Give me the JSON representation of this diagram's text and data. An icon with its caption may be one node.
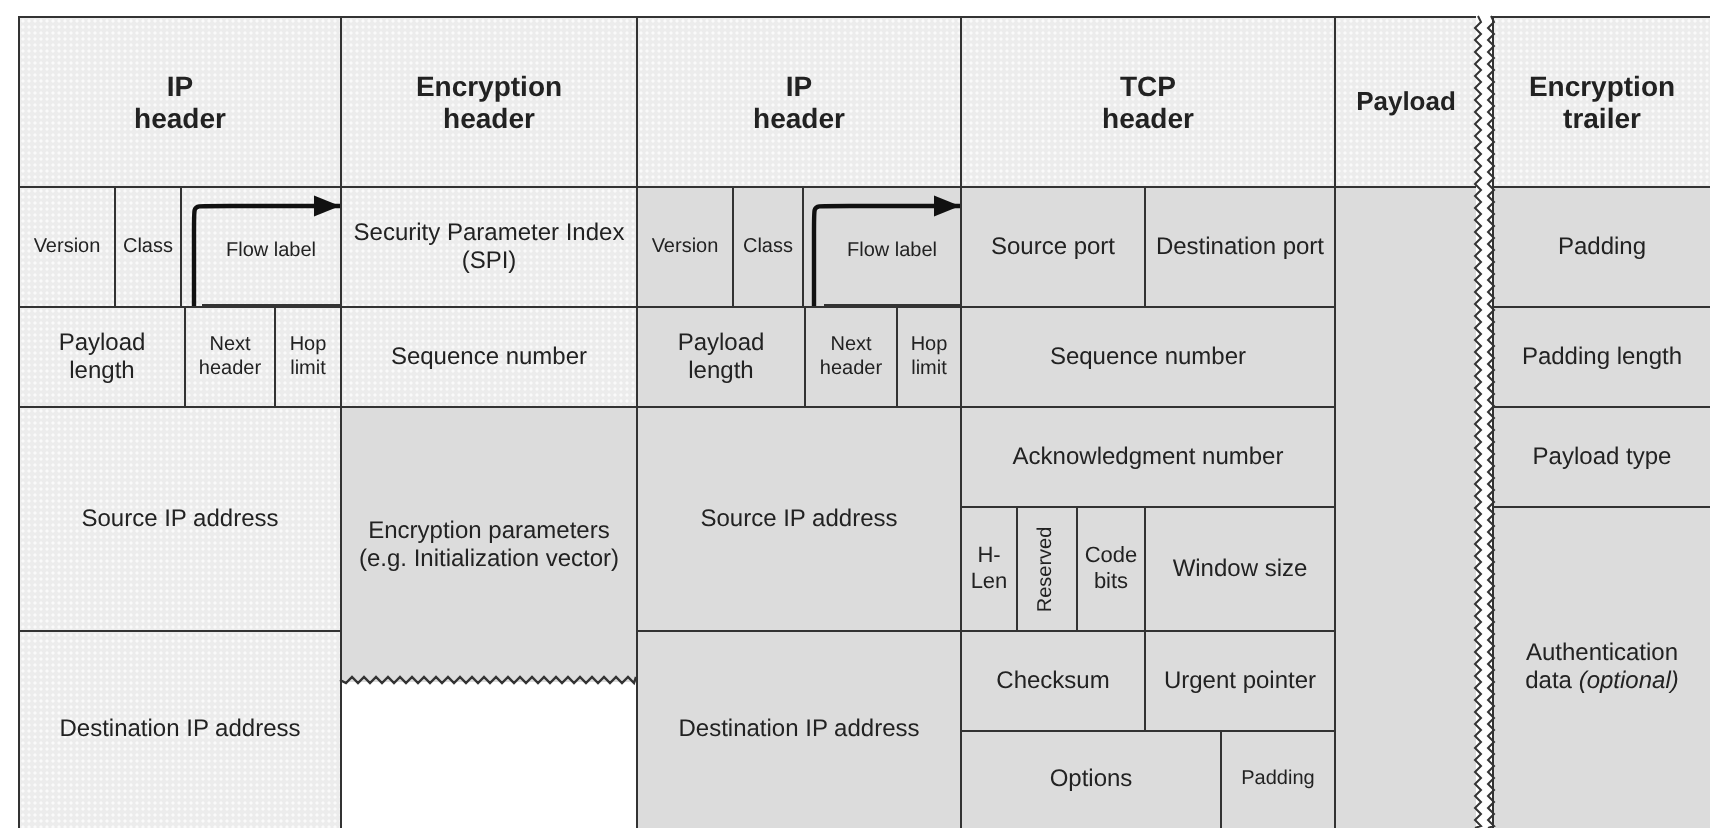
{
  "diagram": {
    "nodes": [
      {
        "text": [
          "IP header"
        ]
      },
      {
        "text": [
          "Encryption header"
        ]
      },
      {
        "text": [
          "IP header"
        ]
      },
      {
        "text": [
          "TCP header"
        ]
      },
      {
        "text": [
          "Payload"
        ]
      },
      {
        "text": [
          "Encryption trailer"
        ]
      },
      {
        "text": [
          "Version"
        ]
      },
      {
        "text": [
          "Class"
        ]
      },
      {
        "text": [
          "Flow label"
        ]
      },
      {
        "text": [
          "Security Parameter Index (SPI)"
        ]
      },
      {
        "text": [
          "Version"
        ]
      },
      {
        "text": [
          "Class"
        ]
      },
      {
        "text": [
          "Flow label"
        ]
      },
      {
        "text": [
          "Source port"
        ]
      },
      {
        "text": [
          "Destination port"
        ]
      },
      {
        "text": [],
        "shape": "box"
      },
      {
        "text": [
          "Padding"
        ]
      },
      {
        "text": [
          "Payload length"
        ]
      },
      {
        "text": [
          "Next header"
        ]
      },
      {
        "text": [
          "Hop limit"
        ]
      },
      {
        "text": [
          "Sequence number"
        ]
      },
      {
        "text": [
          "Payload length"
        ]
      },
      {
        "text": [
          "Next header"
        ]
      },
      {
        "text": [
          "Hop limit"
        ]
      },
      {
        "text": [
          "Sequence number"
        ]
      },
      {
        "text": [
          "Padding length"
        ]
      },
      {
        "text": [
          "Source IP address"
        ]
      },
      {
        "text": [
          "Encryption parameters (e.g. Initialization vector)"
        ]
      },
      {
        "text": [
          "Source IP address"
        ]
      },
      {
        "text": [
          "Acknowledgment number"
        ]
      },
      {
        "text": [
          "Payload type"
        ]
      },
      {
        "text": [
          "H-Len"
        ]
      },
      {
        "text": [
          "Reserved"
        ]
      },
      {
        "text": [
          "Code bits"
        ]
      },
      {
        "text": [
          "Window size"
        ]
      },
      {
        "text": [
          "Authentication data *(optional)*"
        ]
      },
      {
        "text": [
          "Destination IP address"
        ]
      },
      {
        "text": [
          "Checksum"
        ]
      },
      {
        "text": [
          "Urgent pointer"
        ]
      },
      {
        "text": [
          "Destination IP address"
        ]
      },
      {
        "text": [
          "Options"
        ]
      },
      {
        "text": [
          "Padding"
        ]
      }
    ],
    "edges": [
      {
        "from": 18,
        "to": 9,
        "arrow": "to"
      },
      {
        "from": 22,
        "to": 13,
        "arrow": "to"
      }
    ]
  }
}
